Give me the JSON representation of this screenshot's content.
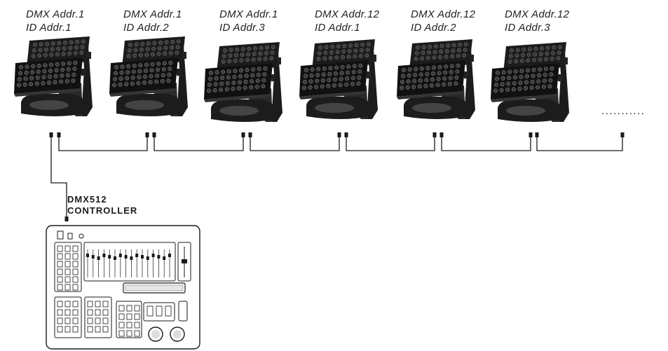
{
  "fixtures": [
    {
      "dmx": "DMX Addr.1",
      "id": "ID Addr.1"
    },
    {
      "dmx": "DMX Addr.1",
      "id": "ID Addr.2"
    },
    {
      "dmx": "DMX Addr.1",
      "id": "ID Addr.3"
    },
    {
      "dmx": "DMX Addr.12",
      "id": "ID Addr.1"
    },
    {
      "dmx": "DMX Addr.12",
      "id": "ID Addr.2"
    },
    {
      "dmx": "DMX Addr.12",
      "id": "ID Addr.3"
    }
  ],
  "continuation": "...........",
  "controller": {
    "line1": "DMX512",
    "line2": "CONTROLLER"
  },
  "colors": {
    "line": "#1a1a1a",
    "fixture_body": "#1c1c1c",
    "lens": "#3a3a3a"
  }
}
